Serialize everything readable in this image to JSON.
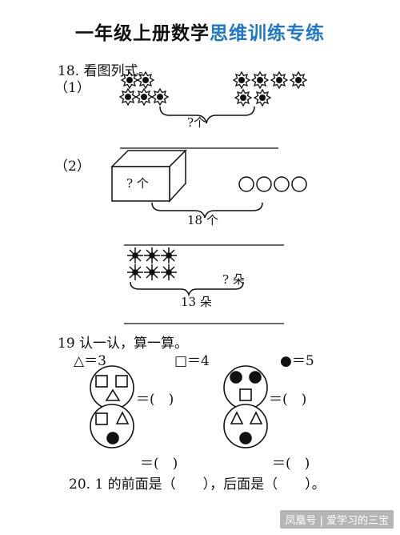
{
  "title": {
    "part1": "一年级上册数学",
    "part2": "思维训练专练"
  },
  "q18": {
    "heading": "18. 看图列式。",
    "p1": {
      "label": "（1）",
      "brace_label": "?个"
    },
    "p2": {
      "label": "（2）",
      "box_label": "? 个",
      "brace_label": "18 个"
    },
    "p3": {
      "unknown_label": "? 朵",
      "brace_label": "13 朵"
    }
  },
  "q19": {
    "heading": "19 认一认，算一算。",
    "legend": {
      "triangle": "△＝3",
      "square": "□＝4",
      "circle": "●＝5"
    },
    "blank": "＝(　)"
  },
  "q20": {
    "text": "20. 1 的前面是（　　），后面是（　　）。"
  },
  "watermark": "凤凰号 | 爱学习的三宝",
  "colors": {
    "title_accent": "#1f79c8"
  }
}
